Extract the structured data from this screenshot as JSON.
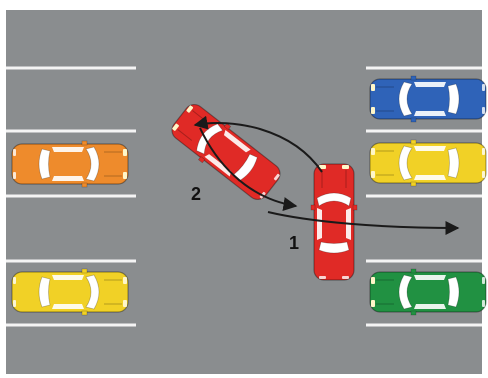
{
  "colors": {
    "asphalt": "#8a8d8f",
    "lane_line": "#f4f4f4",
    "arrow": "#1a1a1a",
    "red": "#e02a26",
    "orange": "#ee8b2c",
    "yellow": "#f1d126",
    "blue": "#2f63b8",
    "green": "#219142"
  },
  "labels": {
    "step1": "1",
    "step2": "2"
  },
  "cars": [
    {
      "name": "orange-parked-car",
      "color": "orange"
    },
    {
      "name": "yellow-parked-car-left",
      "color": "yellow"
    },
    {
      "name": "blue-parked-car",
      "color": "blue"
    },
    {
      "name": "yellow-parked-car-right",
      "color": "yellow"
    },
    {
      "name": "green-parked-car",
      "color": "green"
    },
    {
      "name": "red-car-position-1",
      "color": "red"
    },
    {
      "name": "red-car-position-2",
      "color": "red"
    }
  ]
}
